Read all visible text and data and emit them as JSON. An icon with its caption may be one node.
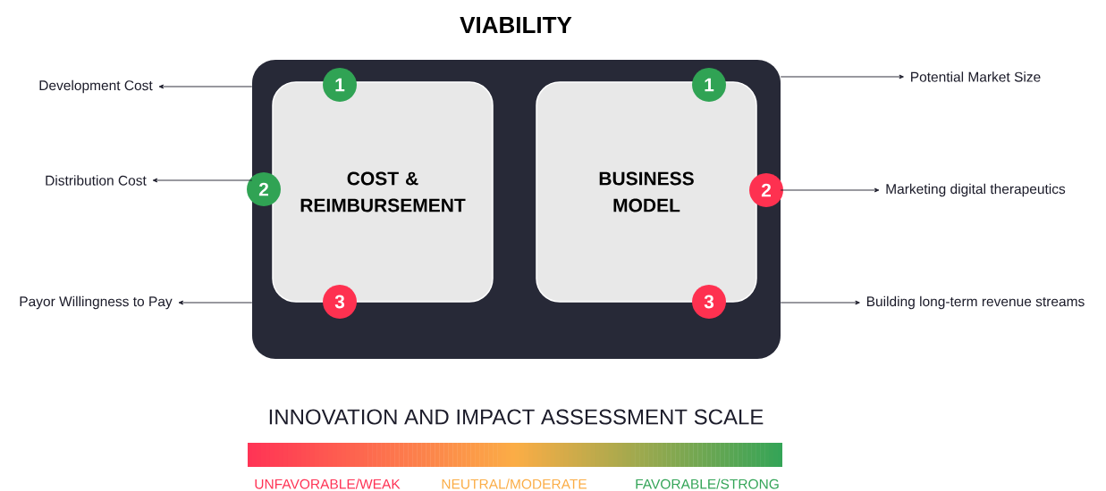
{
  "diagram": {
    "nodes": [
      {
        "text": [
          "VIABILITY"
        ]
      },
      {
        "text": [
          "COST & REIMBURSEMENT"
        ],
        "in": 0
      },
      {
        "text": [
          "BUSINESS MODEL"
        ],
        "in": 0
      },
      {
        "text": [
          "1"
        ],
        "in": 0
      },
      {
        "text": [
          "2"
        ],
        "in": 0
      },
      {
        "text": [
          "3"
        ],
        "in": 0
      },
      {
        "text": [
          "1"
        ],
        "in": 0
      },
      {
        "text": [
          "2"
        ],
        "in": 0
      },
      {
        "text": [
          "3"
        ],
        "in": 0
      },
      {
        "text": [
          "Development Cost"
        ]
      },
      {
        "text": [
          "Distribution Cost"
        ]
      },
      {
        "text": [
          "Payor Willingness to Pay"
        ]
      },
      {
        "text": [
          "Potential Market Size"
        ]
      },
      {
        "text": [
          "Marketing digital therapeutics"
        ]
      },
      {
        "text": [
          "Building long-term revenue streams"
        ]
      }
    ],
    "edges": [
      {
        "from": 0,
        "to": 9,
        "arrow": "to"
      },
      {
        "from": 0,
        "to": 10,
        "arrow": "to"
      },
      {
        "from": 0,
        "to": 11,
        "arrow": "to"
      },
      {
        "from": 0,
        "to": 12,
        "arrow": "to"
      },
      {
        "from": 0,
        "to": 13,
        "arrow": "to"
      },
      {
        "from": 0,
        "to": 14,
        "arrow": "to"
      }
    ],
    "labels": [
      "INNOVATION AND IMPACT ASSESSMENT SCALE"
    ],
    "legend": [
      {
        "text": "UNFAVORABLE/WEAK",
        "color": "#ff3355"
      },
      {
        "text": "NEUTRAL/MODERATE",
        "color": "#fbad46"
      },
      {
        "text": "FAVORABLE/STRONG",
        "color": "#33a457"
      }
    ]
  }
}
